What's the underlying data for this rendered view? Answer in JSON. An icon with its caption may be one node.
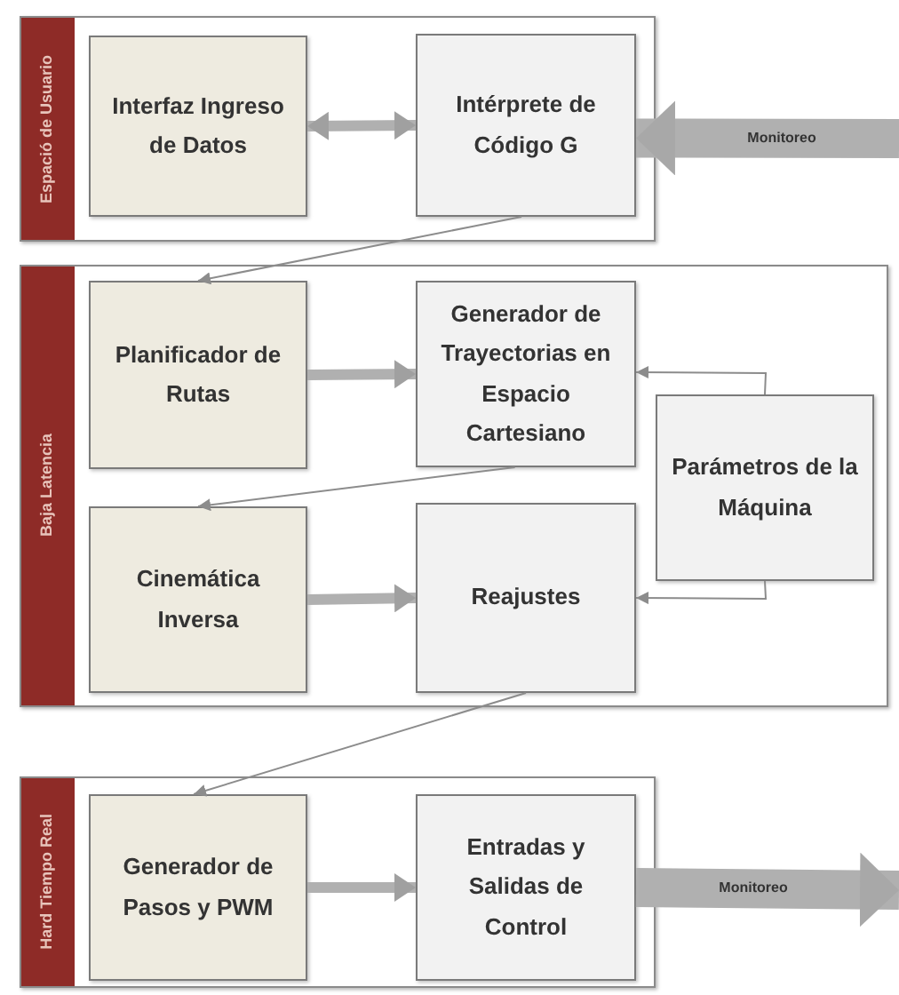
{
  "diagram": {
    "nodes": [
      {
        "text": [
          "Espació de Usuario"
        ]
      },
      {
        "text": [
          "Interfaz Ingreso de Datos"
        ],
        "in": 0
      },
      {
        "text": [
          "Intérprete de Código G"
        ],
        "in": 0
      },
      {
        "text": [
          "Baja Latencia"
        ]
      },
      {
        "text": [
          "Planificador de Rutas"
        ],
        "in": 3
      },
      {
        "text": [
          "Generador de Trayectorias en Espacio Cartesiano"
        ],
        "in": 3
      },
      {
        "text": [
          "Parámetros de la Máquina"
        ],
        "in": 3
      },
      {
        "text": [
          "Cinemática Inversa"
        ],
        "in": 3
      },
      {
        "text": [
          "Reajustes"
        ],
        "in": 3
      },
      {
        "text": [
          "Hard Tiempo Real"
        ]
      },
      {
        "text": [
          "Generador de Pasos y PWM"
        ],
        "in": 9
      },
      {
        "text": [
          "Entradas y Salidas de Control"
        ],
        "in": 9
      }
    ],
    "edges": [
      {
        "from": 1,
        "to": 2,
        "arrow": "both"
      },
      {
        "from": null,
        "to": 2,
        "arrow": "to",
        "style": "thick",
        "label": "Monitoreo"
      },
      {
        "from": 2,
        "to": 4,
        "arrow": "to"
      },
      {
        "from": 4,
        "to": 5,
        "arrow": "to"
      },
      {
        "from": 6,
        "to": 5,
        "arrow": "to"
      },
      {
        "from": 5,
        "to": 7,
        "arrow": "to"
      },
      {
        "from": 6,
        "to": 8,
        "arrow": "to"
      },
      {
        "from": 7,
        "to": 8,
        "arrow": "to"
      },
      {
        "from": 8,
        "to": 10,
        "arrow": "to"
      },
      {
        "from": 10,
        "to": 11,
        "arrow": "to"
      },
      {
        "from": 11,
        "to": null,
        "arrow": "to",
        "style": "thick",
        "label": "Monitoreo"
      }
    ]
  }
}
